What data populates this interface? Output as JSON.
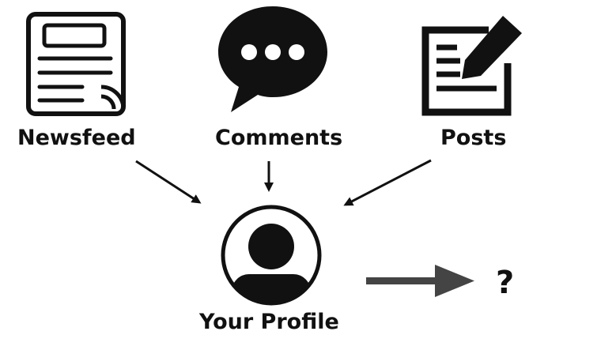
{
  "diagram": {
    "nodes": {
      "newsfeed": {
        "label": "Newsfeed",
        "icon": "newsfeed-icon"
      },
      "comments": {
        "label": "Comments",
        "icon": "speech-bubble-icon"
      },
      "posts": {
        "label": "Posts",
        "icon": "edit-document-icon"
      },
      "profile": {
        "label": "Your Profile",
        "icon": "user-avatar-icon"
      },
      "unknown": {
        "label": "?"
      }
    },
    "edges": [
      {
        "from": "Newsfeed",
        "to": "Your Profile"
      },
      {
        "from": "Comments",
        "to": "Your Profile"
      },
      {
        "from": "Posts",
        "to": "Your Profile"
      },
      {
        "from": "Your Profile",
        "to": "?"
      }
    ],
    "colors": {
      "ink": "#111111",
      "result_arrow": "#444444",
      "background": "#ffffff"
    }
  }
}
